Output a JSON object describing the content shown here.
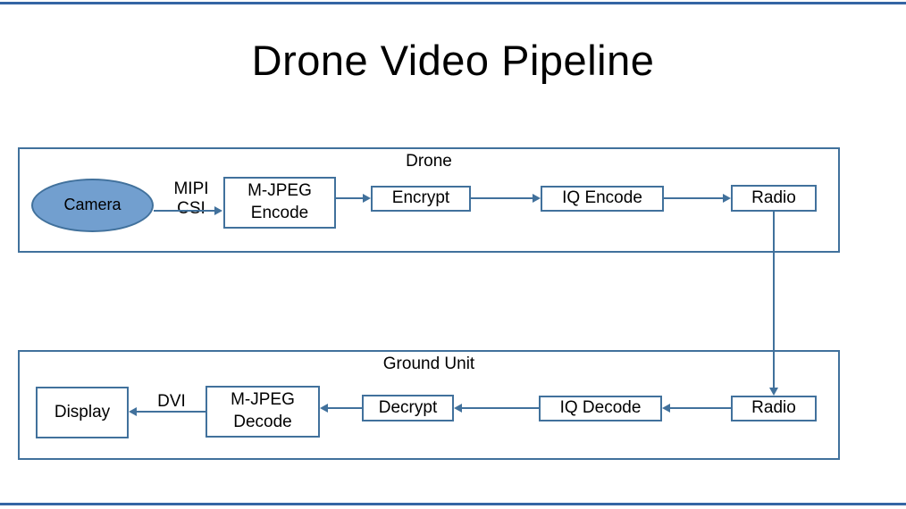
{
  "title": "Drone Video Pipeline",
  "colors": {
    "line": "#41719C",
    "camera_fill": "#729FCF",
    "bar": "#3465A4",
    "text": "#000000"
  },
  "drone": {
    "label": "Drone",
    "nodes": {
      "camera": "Camera",
      "mjpeg_encode": "M-JPEG\nEncode",
      "encrypt": "Encrypt",
      "iq_encode": "IQ Encode",
      "radio": "Radio"
    },
    "edge_label_mipi_csi": "MIPI\nCSI"
  },
  "ground": {
    "label": "Ground Unit",
    "nodes": {
      "radio": "Radio",
      "iq_decode": "IQ Decode",
      "decrypt": "Decrypt",
      "mjpeg_decode": "M-JPEG\nDecode",
      "display": "Display"
    },
    "edge_label_dvi": "DVI"
  }
}
